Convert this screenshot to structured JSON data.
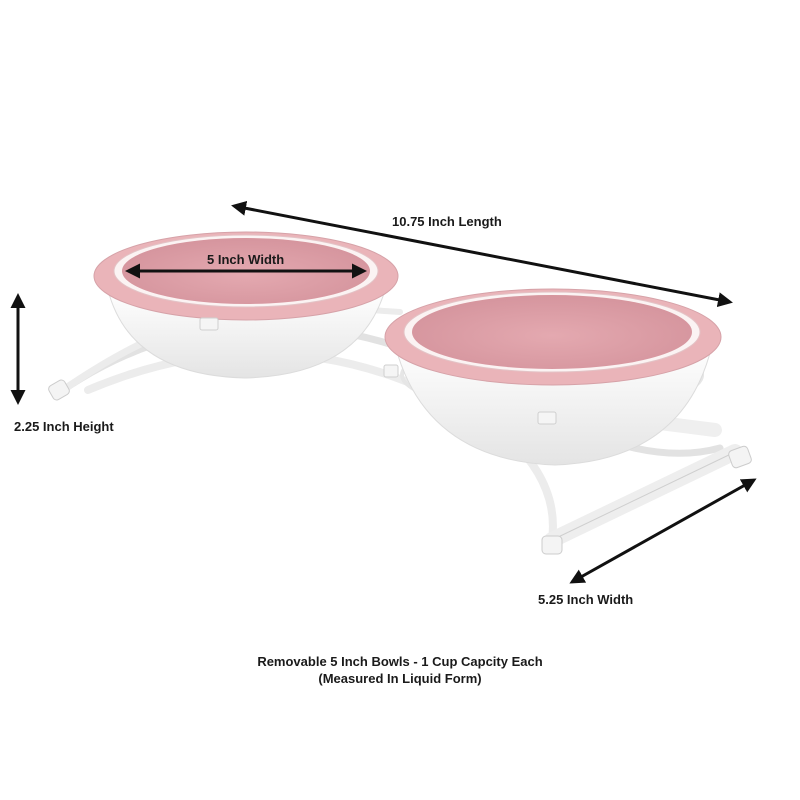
{
  "product": {
    "colors": {
      "bowl_rim": "#e9b3b7",
      "bowl_inner": "#d99ea6",
      "bowl_outer": "#f6f6f6",
      "stand": "#f1f1f1",
      "arrow": "#111111"
    }
  },
  "dimensions": {
    "length": "10.75 Inch Length",
    "bowl_width": "5 Inch Width",
    "height": "2.25 Inch Height",
    "base_width": "5.25 Inch Width"
  },
  "caption": {
    "line1": "Removable 5 Inch Bowls - 1 Cup Capcity Each",
    "line2": "(Measured In Liquid Form)"
  }
}
